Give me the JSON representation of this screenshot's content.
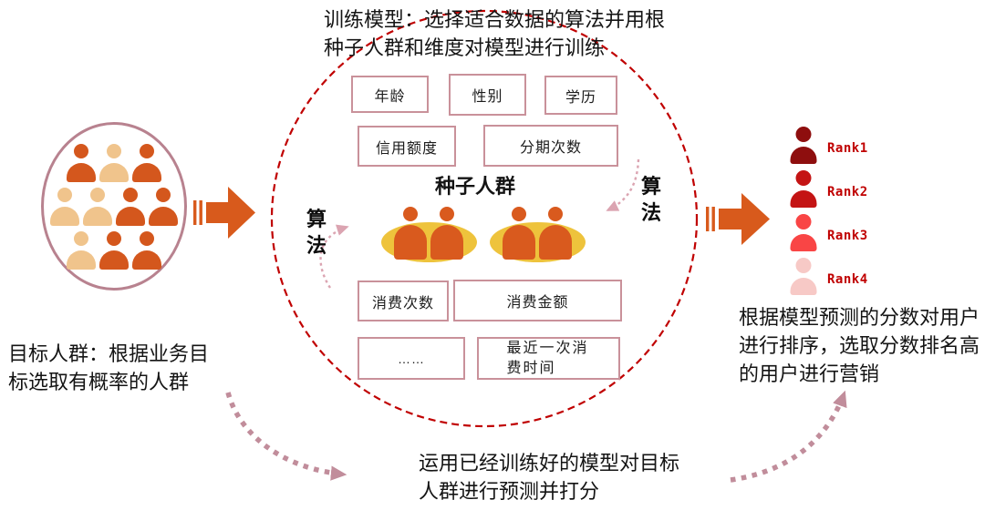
{
  "title": {
    "text": "训练模型：选择适合数据的算法并用根\n种子人群和维度对模型进行训练"
  },
  "target_group": {
    "caption": "目标人群：根据业务目\n标选取有概率的人群",
    "people_rows": [
      [
        "#d4571d",
        "#f0c48c",
        "#d4571d"
      ],
      [
        "#f0c48c",
        "#f0c48c",
        "#d4571d",
        "#d4571d"
      ],
      [
        "#f0c48c",
        "#d4571d",
        "#d4571d"
      ]
    ]
  },
  "model": {
    "seed_label": "种子人群",
    "algorithm_label_left": "算法",
    "algorithm_label_right": "算法",
    "dimensions": {
      "age": "年龄",
      "gender": "性别",
      "education": "学历",
      "credit_limit": "信用额度",
      "installments": "分期次数",
      "purchase_count": "消费次数",
      "purchase_amount": "消费金额",
      "more": "……",
      "last_purchase_time": "最近一次消费时间"
    },
    "seed_groups": [
      {
        "people": [
          "#d95a1e",
          "#d95a1e"
        ]
      },
      {
        "people": [
          "#d95a1e",
          "#d95a1e"
        ]
      }
    ]
  },
  "ranking": {
    "caption": "根据模型预测的分数对用户\n进行排序，选取分数排名高\n的用户进行营销",
    "items": [
      {
        "label": "Rank1",
        "color": "#8e0e0e"
      },
      {
        "label": "Rank2",
        "color": "#c41414"
      },
      {
        "label": "Rank3",
        "color": "#f94545"
      },
      {
        "label": "Rank4",
        "color": "#f7c9c6"
      }
    ]
  },
  "prediction": {
    "caption": "运用已经训练好的模型对目标\n人群进行预测并打分"
  },
  "colors": {
    "flow_arrow": "#d85a1c",
    "dashed_circle": "#c00000",
    "box_border": "#c9919a",
    "target_ellipse_border": "#b8828f",
    "algo_arrow": "#dba4b1",
    "predict_arrow": "#c18d9b",
    "seed_ellipse": "#eec33c",
    "rank_label": "#c00000"
  }
}
